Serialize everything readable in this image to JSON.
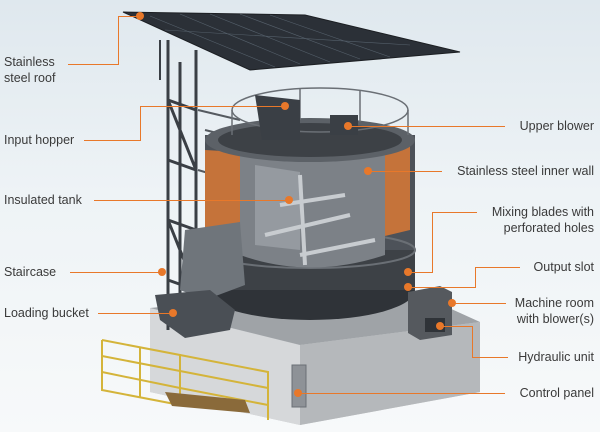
{
  "colors": {
    "accent": "#e8782a",
    "text": "#3a3a3a",
    "steel": "#4d5259",
    "copper": "#c5733a"
  },
  "labels": {
    "stainless_roof": [
      "Stainless",
      "steel roof"
    ],
    "input_hopper": "Input hopper",
    "insulated_tank": "Insulated tank",
    "staircase": "Staircase",
    "loading_bucket": "Loading bucket",
    "upper_blower": "Upper blower",
    "inner_wall": "Stainless steel inner wall",
    "mixing_blades": [
      "Mixing blades with",
      "perforated holes"
    ],
    "output_slot": "Output slot",
    "machine_room": [
      "Machine room",
      "with blower(s)"
    ],
    "hydraulic_unit": "Hydraulic unit",
    "control_panel": "Control panel"
  }
}
